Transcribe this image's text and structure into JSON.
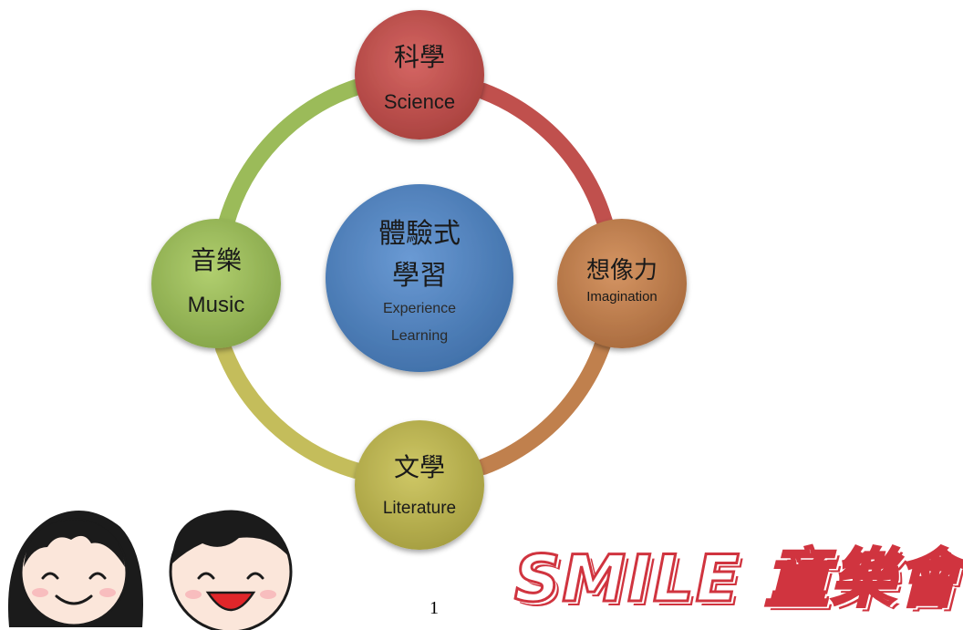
{
  "center": {
    "zh_line1": "體驗式",
    "zh_line2": "學習",
    "en_line1": "Experience",
    "en_line2": "Learning",
    "color": "#4f81bd"
  },
  "nodes": [
    {
      "id": "science",
      "zh": "科學",
      "en": "Science",
      "color": "#c0504d"
    },
    {
      "id": "imagination",
      "zh": "想像力",
      "en": "Imagination",
      "color": "#c0804d"
    },
    {
      "id": "literature",
      "zh": "文學",
      "en": "Literature",
      "color": "#b8b14f"
    },
    {
      "id": "music",
      "zh": "音樂",
      "en": "Music",
      "color": "#9bbb59"
    }
  ],
  "ring_colors": {
    "science_to_imagination": "#c0504d",
    "imagination_to_literature": "#c0804d",
    "literature_to_music": "#c4bd5b",
    "music_to_science": "#9bbb59"
  },
  "page_number": "1",
  "logo": {
    "text": "SMILE 童樂會",
    "color": "#d0343f"
  }
}
